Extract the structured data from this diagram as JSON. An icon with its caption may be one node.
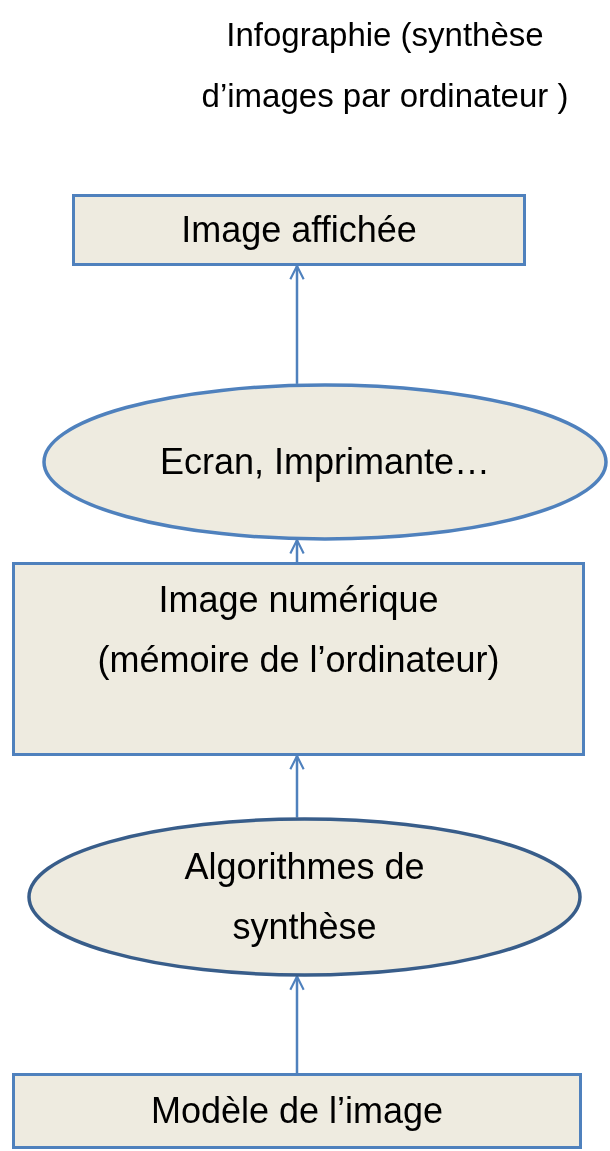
{
  "diagram": {
    "title": "Infographie (synthèse d’images par ordinateur )",
    "nodes": [
      {
        "text": [
          "Image affichée"
        ]
      },
      {
        "text": [
          "Ecran, Imprimante…"
        ]
      },
      {
        "text": [
          "Image numérique",
          "(mémoire de l’ordinateur)"
        ]
      },
      {
        "text": [
          "Algorithmes de synthèse"
        ]
      },
      {
        "text": [
          "Modèle de l’image"
        ]
      }
    ],
    "edges": [
      {
        "from": 1,
        "to": 0,
        "arrow": "to"
      },
      {
        "from": 2,
        "to": 1,
        "arrow": "to"
      },
      {
        "from": 3,
        "to": 2,
        "arrow": "to"
      },
      {
        "from": 4,
        "to": 3,
        "arrow": "to",
        "color": "#4f81bd"
      }
    ]
  }
}
